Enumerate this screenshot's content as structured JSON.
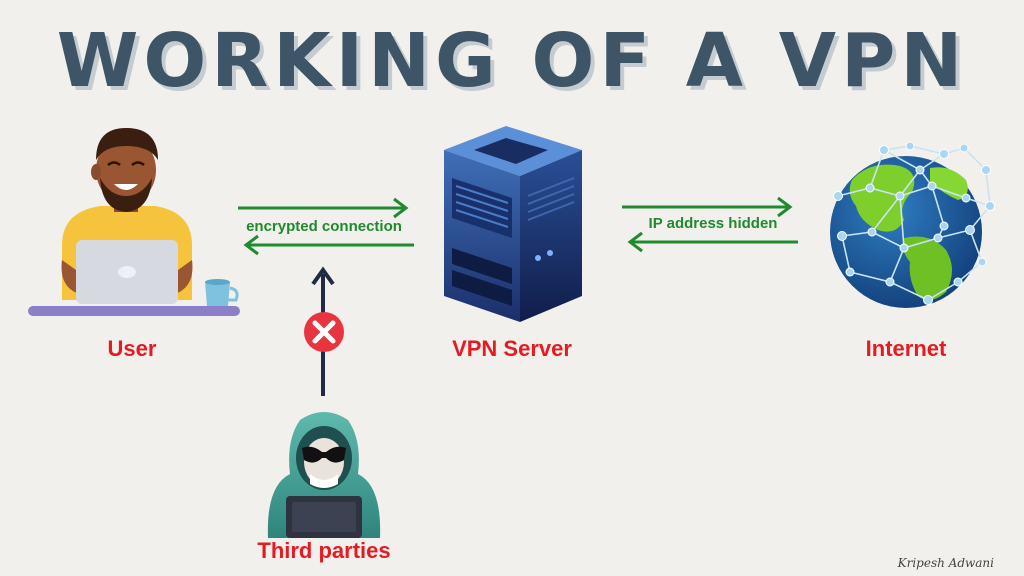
{
  "title": "WORKING OF A VPN",
  "nodes": {
    "user": "User",
    "vpn_server": "VPN Server",
    "internet": "Internet",
    "third_parties": "Third parties"
  },
  "connections": {
    "user_server": "encrypted connection",
    "server_internet": "IP address hidden"
  },
  "signature": "Kripesh Adwani",
  "colors": {
    "title": "#3d5566",
    "node_label": "#e51b24",
    "arrow": "#1f8a2e",
    "block": "#e8343f"
  },
  "icons": {
    "user": "person-with-laptop-icon",
    "server": "server-tower-icon",
    "internet": "globe-network-icon",
    "third_parties": "hooded-hacker-icon",
    "blocked": "cross-circle-icon"
  }
}
